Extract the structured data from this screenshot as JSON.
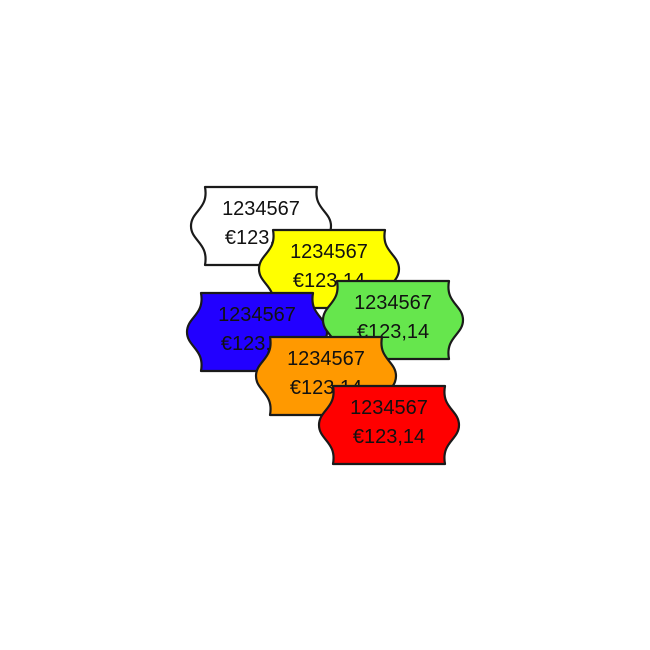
{
  "labels": [
    {
      "id": "white",
      "color": "#ffffff",
      "code": "1234567",
      "price": "€123,14"
    },
    {
      "id": "yellow",
      "color": "#ffff00",
      "code": "1234567",
      "price": "€123,14"
    },
    {
      "id": "blue",
      "color": "#2200ff",
      "code": "1234567",
      "price": "€123,14"
    },
    {
      "id": "green",
      "color": "#66e64d",
      "code": "1234567",
      "price": "€123,14"
    },
    {
      "id": "orange",
      "color": "#ff9900",
      "code": "1234567",
      "price": "€123,14"
    },
    {
      "id": "red",
      "color": "#ff0000",
      "code": "1234567",
      "price": "€123,14"
    }
  ]
}
